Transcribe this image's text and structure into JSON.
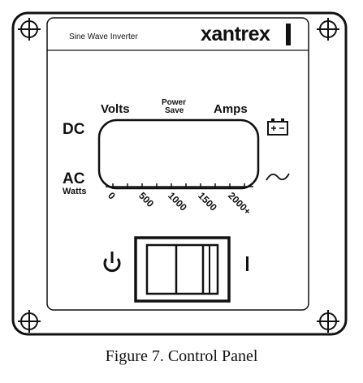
{
  "panel": {
    "product_name": "Sine Wave Inverter",
    "brand": "xantrex",
    "labels": {
      "volts": "Volts",
      "power_save_line1": "Power",
      "power_save_line2": "Save",
      "amps": "Amps",
      "dc": "DC",
      "ac": "AC",
      "watts": "Watts"
    },
    "scale_ticks": [
      "0",
      "500",
      "1000",
      "1500",
      "2000+"
    ],
    "icons": {
      "battery": "battery-icon",
      "ac_wave": "ac-sine-wave-icon",
      "power": "power-standby-icon",
      "on_mark": "power-on-mark-icon",
      "corner_screws": "corner-screw-icon"
    },
    "switch_marks": {
      "on": "I"
    }
  },
  "caption": "Figure 7.  Control Panel"
}
